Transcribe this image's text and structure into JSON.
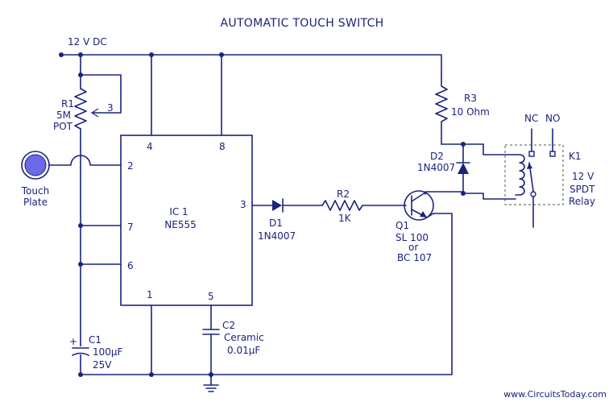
{
  "title": "AUTOMATIC TOUCH SWITCH",
  "supply_label": "12 V DC",
  "website": "www.CircuitsToday.com",
  "colors": {
    "ink": "#1a237e",
    "touch_plate_fill": "#6a6ae8"
  },
  "touch_plate": {
    "line1": "Touch",
    "line2": "Plate"
  },
  "ic": {
    "ref": "IC 1",
    "part": "NE555",
    "pins": {
      "p1": "1",
      "p2": "2",
      "p3": "3",
      "p4": "4",
      "p5": "5",
      "p6": "6",
      "p7": "7",
      "p8": "8"
    }
  },
  "r1": {
    "ref": "R1",
    "value": "5M",
    "type": "POT",
    "wiper_pin": "3"
  },
  "r2": {
    "ref": "R2",
    "value": "1K"
  },
  "r3": {
    "ref": "R3",
    "value": "10 Ohm"
  },
  "d1": {
    "ref": "D1",
    "part": "1N4007"
  },
  "d2": {
    "ref": "D2",
    "part": "1N4007"
  },
  "c1": {
    "ref": "C1",
    "value": "100µF",
    "voltage": "25V",
    "polarity": "+"
  },
  "c2": {
    "ref": "C2",
    "type": "Ceramic",
    "value": "0.01µF"
  },
  "q1": {
    "ref": "Q1",
    "part1": "SL 100",
    "or": "or",
    "part2": "BC 107"
  },
  "k1": {
    "ref": "K1",
    "nc": "NC",
    "no": "NO",
    "line1": "12 V",
    "line2": "SPDT",
    "line3": "Relay"
  }
}
